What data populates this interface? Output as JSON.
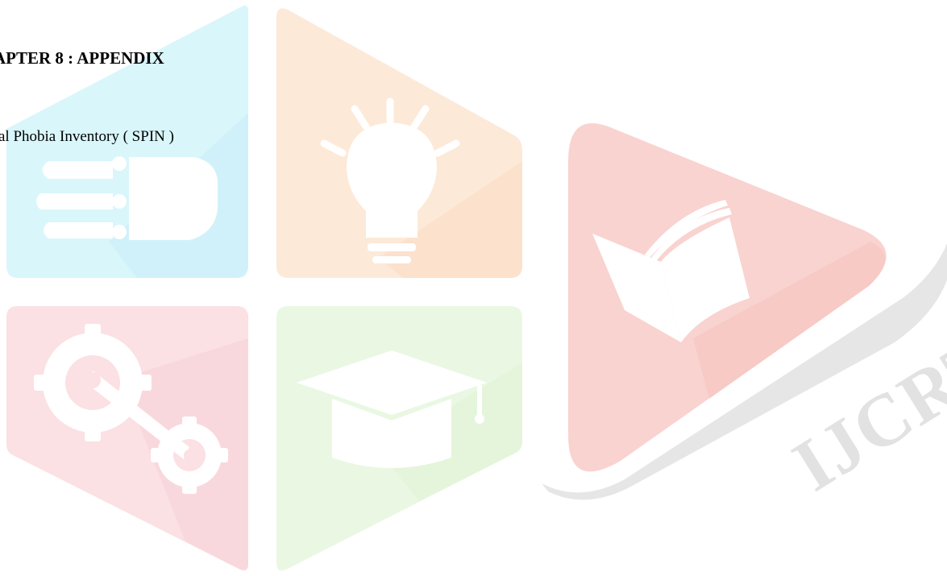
{
  "document": {
    "heading": "APTER 8 : APPENDIX",
    "subheading": "al Phobia Inventory ( SPIN )"
  },
  "watermark": {
    "text": "IJCRT",
    "colors": {
      "cyan": "#d9f6fb",
      "orange": "#fde9d8",
      "pink": "#fbe0e4",
      "green": "#eaf8e3",
      "red": "#f9d3d0",
      "silver": "#e6e6e6"
    }
  }
}
